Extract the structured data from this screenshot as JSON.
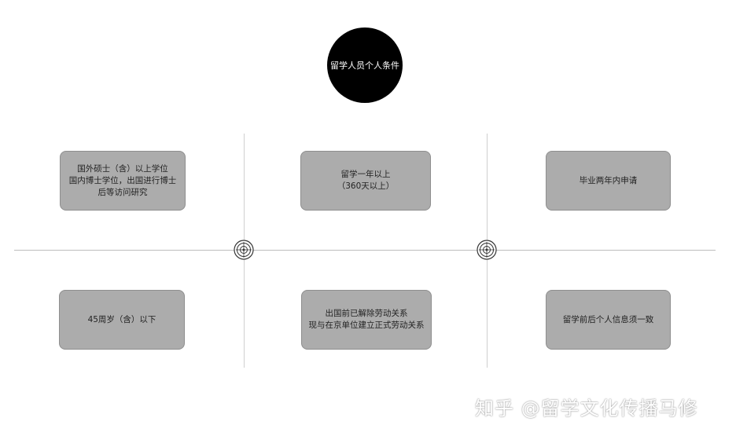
{
  "title": "留学人员个人条件",
  "nodes": [
    {
      "lines": [
        "国外硕士（含）以上学位",
        "国内博士学位，出国进行博士",
        "后等访问研究"
      ]
    },
    {
      "lines": [
        "留学一年以上",
        "（360天以上）"
      ]
    },
    {
      "lines": [
        "毕业两年内申请"
      ]
    },
    {
      "lines": [
        "45周岁（含）以下"
      ]
    },
    {
      "lines": [
        "出国前已解除劳动关系",
        "现与在京单位建立正式劳动关系"
      ]
    },
    {
      "lines": [
        "留学前后个人信息须一致"
      ]
    }
  ],
  "icons": [
    "target-icon",
    "target-icon"
  ],
  "watermark": "知乎 @留学文化传播马修",
  "colors": {
    "node_fill": "#acacac",
    "title_fill": "#000000",
    "line": "#bdbdbd"
  }
}
